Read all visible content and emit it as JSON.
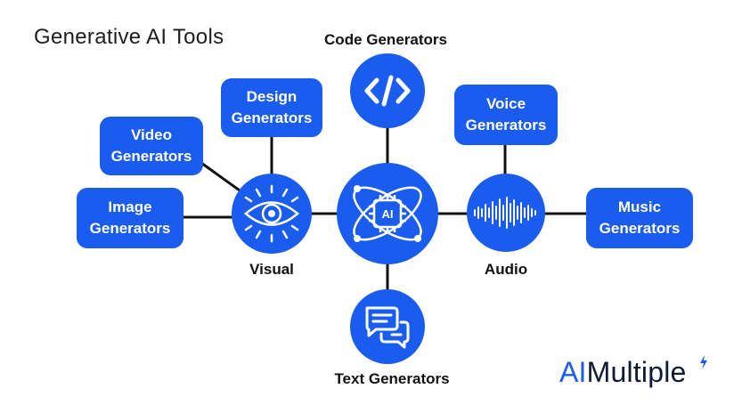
{
  "title": "Generative AI Tools",
  "colors": {
    "accent": "#1a5ced",
    "line": "#111111",
    "text": "#111111"
  },
  "hub": {
    "icon": "ai-chip-atom-icon",
    "chip_text": "AI"
  },
  "top": {
    "label": "Code Generators",
    "icon": "code-brackets-icon"
  },
  "bottom": {
    "label": "Text Generators",
    "icon": "chat-bubbles-icon"
  },
  "visual": {
    "label": "Visual",
    "icon": "eye-icon",
    "boxes": {
      "design": "Design\nGenerators",
      "video": "Video\nGenerators",
      "image": "Image\nGenerators"
    }
  },
  "audio": {
    "label": "Audio",
    "icon": "sound-wave-icon",
    "boxes": {
      "voice": "Voice\nGenerators",
      "music": "Music\nGenerators"
    }
  },
  "brand": {
    "ai": "AI",
    "rest": "Multiple"
  }
}
